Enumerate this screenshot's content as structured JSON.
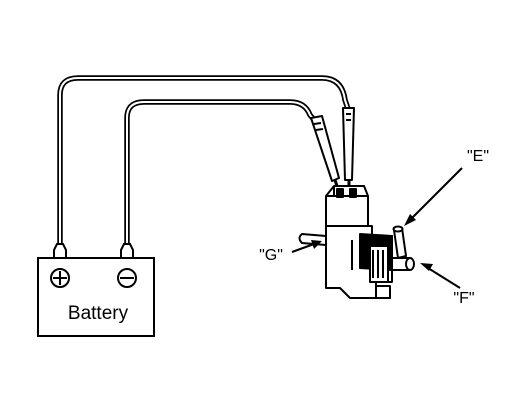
{
  "battery": {
    "label": "Battery",
    "positive_symbol": "⊕",
    "negative_symbol": "⊖"
  },
  "callouts": {
    "e": "\"E\"",
    "f": "\"F\"",
    "g": "\"G\""
  },
  "colors": {
    "ink": "#000000",
    "background": "#ffffff"
  }
}
